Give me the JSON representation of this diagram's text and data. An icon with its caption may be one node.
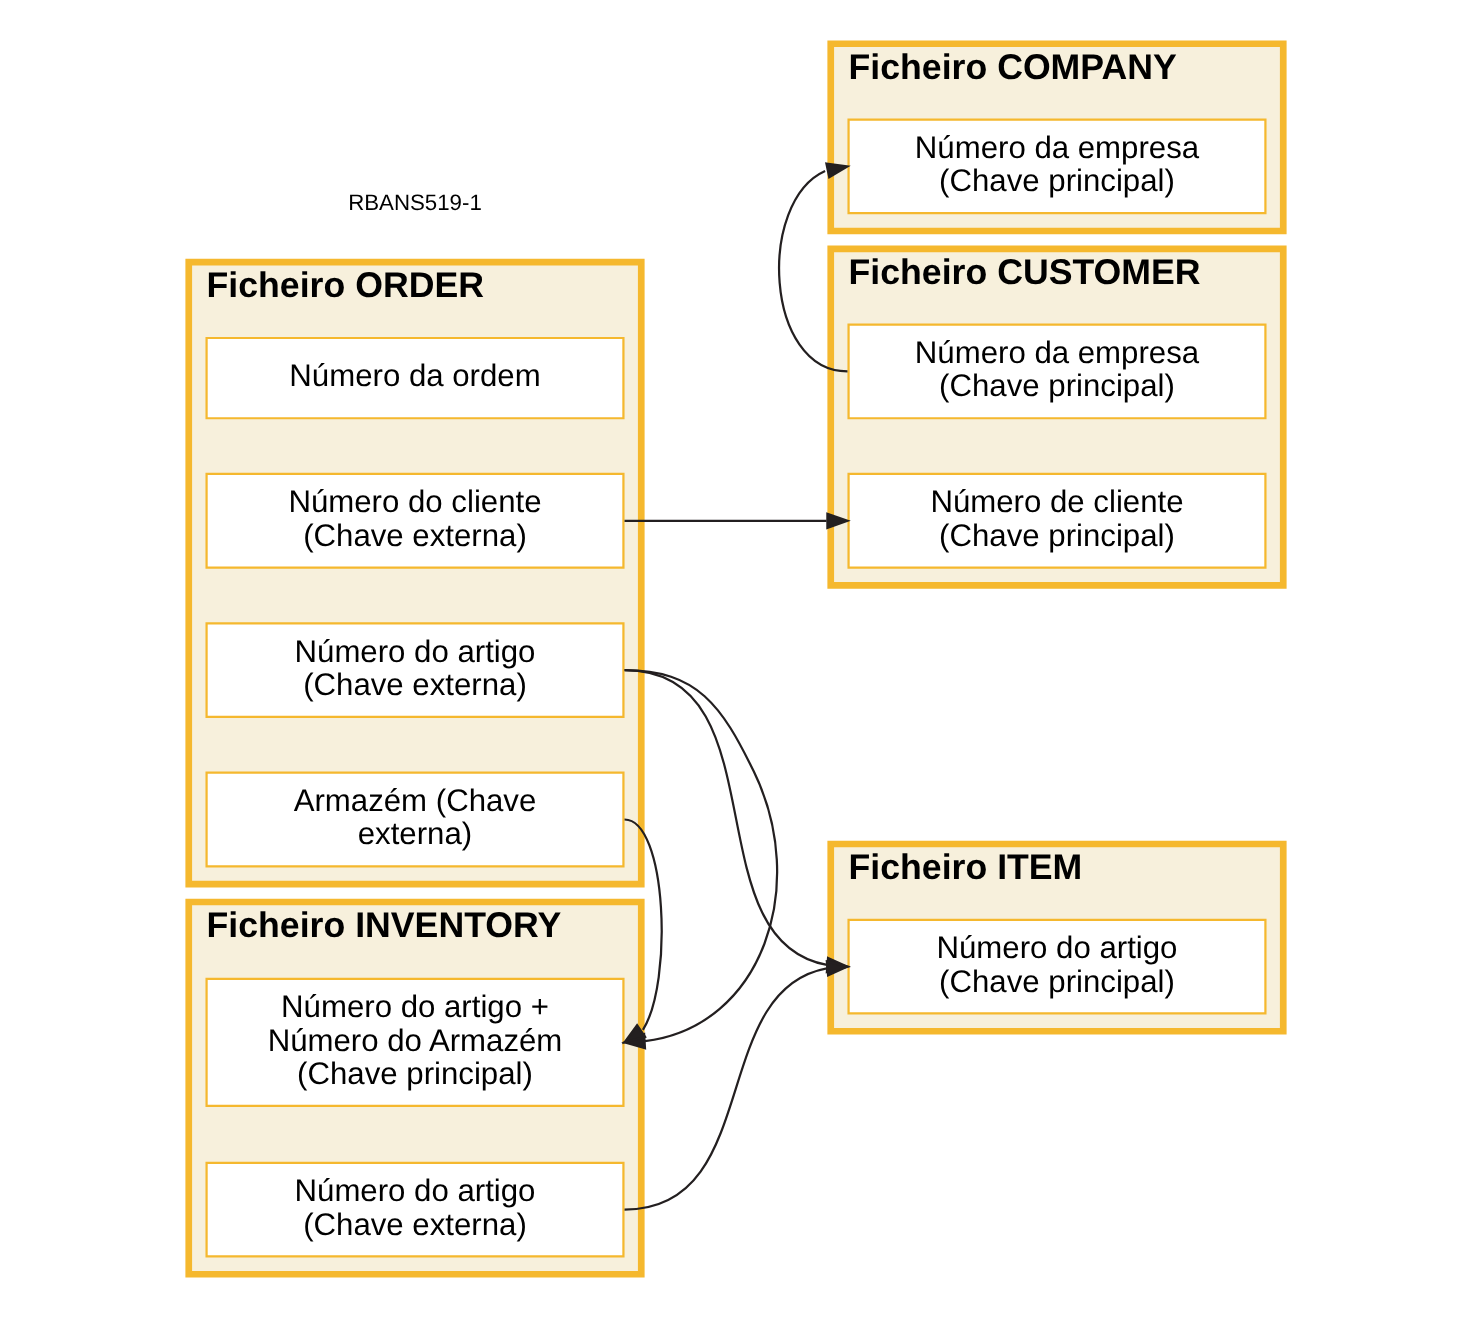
{
  "diagram": {
    "nodes": [
      {
        "text": [
          "Ficheiro ORDER"
        ]
      },
      {
        "text": [
          "Número da ordem"
        ],
        "in": 0
      },
      {
        "text": [
          "Número do cliente (Chave externa)"
        ],
        "in": 0
      },
      {
        "text": [
          "Número do artigo (Chave externa)"
        ],
        "in": 0
      },
      {
        "text": [
          "Armazém (Chave externa)"
        ],
        "in": 0
      },
      {
        "text": [
          "Ficheiro COMPANY"
        ]
      },
      {
        "text": [
          "Número da empresa (Chave principal)"
        ],
        "in": 5
      },
      {
        "text": [
          "Ficheiro CUSTOMER"
        ]
      },
      {
        "text": [
          "Número da empresa (Chave principal)"
        ],
        "in": 7
      },
      {
        "text": [
          "Número de cliente (Chave principal)"
        ],
        "in": 7
      },
      {
        "text": [
          "Ficheiro INVENTORY"
        ]
      },
      {
        "text": [
          "Número do artigo + Número do Armazém (Chave principal)"
        ],
        "in": 10
      },
      {
        "text": [
          "Número do artigo (Chave externa)"
        ],
        "in": 10
      },
      {
        "text": [
          "Ficheiro ITEM"
        ]
      },
      {
        "text": [
          "Número do artigo (Chave principal)"
        ],
        "in": 13
      }
    ],
    "edges": [
      {
        "from": 2,
        "to": 9,
        "arrow": "to"
      },
      {
        "from": 8,
        "to": 6,
        "arrow": "to"
      },
      {
        "from": 3,
        "to": 14,
        "arrow": "to"
      },
      {
        "from": 3,
        "to": 11,
        "arrow": "to"
      },
      {
        "from": 4,
        "to": 11,
        "arrow": "to"
      },
      {
        "from": 12,
        "to": 14,
        "arrow": "to"
      }
    ],
    "labels": [
      "RBANS519-1"
    ]
  }
}
